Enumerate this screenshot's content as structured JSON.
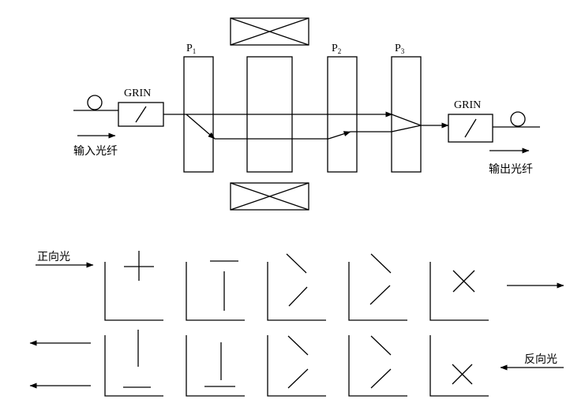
{
  "labels": {
    "grin_left": "GRIN",
    "grin_right": "GRIN",
    "p1": "P",
    "p1_sub": "1",
    "p2": "P",
    "p2_sub": "2",
    "p3": "P",
    "p3_sub": "3",
    "input_fiber": "输入光纤",
    "output_fiber": "输出光纤",
    "forward_light": "正向光",
    "reverse_light": "反向光"
  },
  "colors": {
    "stroke": "#000000",
    "background": "#ffffff"
  }
}
